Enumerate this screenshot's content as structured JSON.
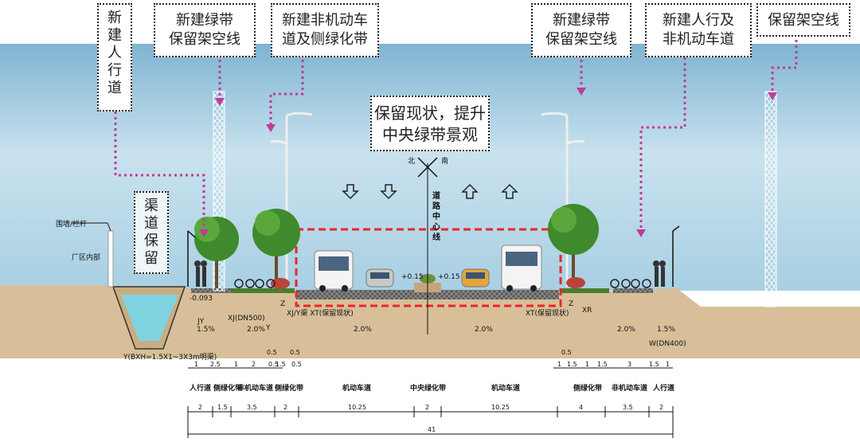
{
  "callouts": {
    "new_sidewalk": "新\n建\n人\n行\n道",
    "green_keep_left": "新建绿带\n保留架空线",
    "nonmotor_left": "新建非机动车\n道及侧绿化带",
    "green_keep_right": "新建绿带\n保留架空线",
    "sidewalk_right": "新建人行及\n非机动车道",
    "keep_lines": "保留架空线",
    "center": "保留现状，提升\n中央绿带景观",
    "canal": "渠\n道\n保\n留"
  },
  "labels": {
    "wall": "围墙/栏杆",
    "factory": "厂区内部",
    "centerline": "道\n路\n中\n心\n线",
    "north": "北",
    "south": "南",
    "elev_left": "+0.15",
    "elev_right": "+0.15",
    "elev_low": "-0.093",
    "canal_spec": "Y(BXH=1.5X1~3X3m明渠)",
    "pipe_xj": "XJ(DN500)",
    "pipe_w": "W(DN400)",
    "xt_left": "XJ/Y渠 XT(保留现状)",
    "xt_right": "XT(保留现状)",
    "tag_jy": "JY",
    "tag_y": "Y",
    "tag_z_left": "Z",
    "tag_z_right": "Z",
    "tag_xr": "XR",
    "slope_1": "1.5%",
    "slope_2": "2.0%",
    "slope_3": "2.0%",
    "slope_4": "2.0%",
    "slope_5": "2.0%",
    "slope_6": "1.5%"
  },
  "segments": [
    "人行道",
    "侧绿化带",
    "非机动车道",
    "侧绿化带",
    "机动车道",
    "中央绿化带",
    "机动车道",
    "侧绿化带",
    "非机动车道",
    "人行道"
  ],
  "dims_top": [
    "1",
    "2.5",
    "1",
    "2",
    "0.5",
    "1.5",
    "0.5",
    "1",
    "1.5",
    "1",
    "1.5",
    "3",
    "1.5",
    "1"
  ],
  "dims_top_upper": [
    "0.5",
    "0.5",
    "0.5"
  ],
  "dims_bottom": [
    "2",
    "1.5",
    "3.5",
    "2",
    "10.25",
    "2",
    "10.25",
    "4",
    "3.5",
    "2"
  ],
  "total_width": "41",
  "colors": {
    "sky": "#9fcbe0",
    "ground": "#d9c19c",
    "highlight": "#e8262a",
    "callout_line": "#c2399a",
    "water": "#7fd3e0"
  }
}
